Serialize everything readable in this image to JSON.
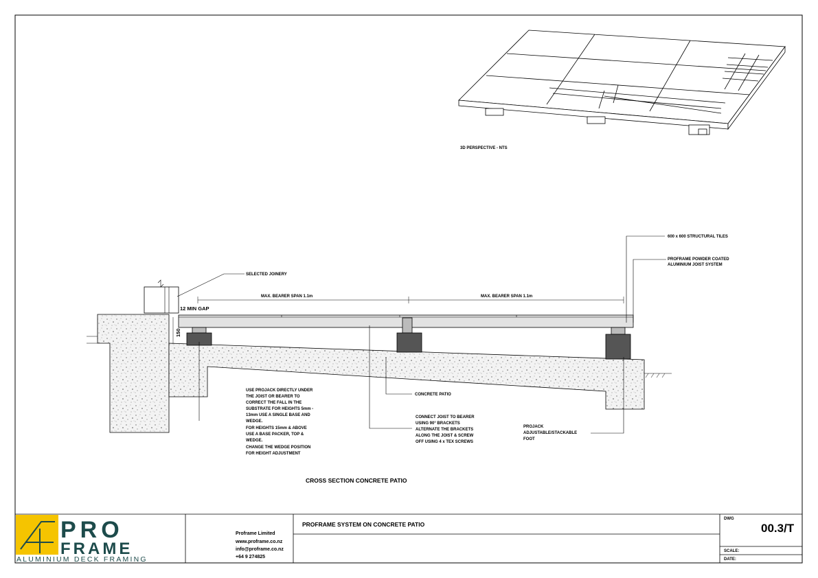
{
  "perspective": {
    "caption": "3D PERSPECTIVE - NTS"
  },
  "section": {
    "caption": "CROSS SECTION CONCRETE PATIO",
    "labels": {
      "selected_joinery": "SELECTED JOINERY",
      "tiles": "600 x 600 STRUCTURAL TILES",
      "joist_system": [
        "PROFRAME POWDER COATED",
        "ALUMINIUM  JOIST SYSTEM"
      ],
      "concrete_patio": "CONCRETE PATIO",
      "projack_note": [
        "USE PROJACK DIRECTLY UNDER",
        "THE JOIST OR BEARER TO",
        "CORRECT THE FALL IN THE",
        "SUBSTRATE FOR HEIGHTS 5mm -",
        "13mm USE A SINGLE BASE AND",
        "WEDGE.",
        "FOR HEIGHTS 15mm & ABOVE",
        "USE A BASE PACKER, TOP &",
        "WEDGE.",
        "CHANGE THE WEDGE POSITION",
        "FOR HEIGHT ADJUSTMENT"
      ],
      "connect_note": [
        "CONNECT JOIST TO BEARER",
        "USING 90° BRACKETS",
        "ALTERNATE THE BRACKETS",
        "ALONG THE JOIST & SCREW",
        "OFF USING 4 x TEX SCREWS"
      ],
      "projack_foot": [
        "PROJACK",
        "ADJUSTABLE/STACKABLE",
        "FOOT"
      ]
    },
    "dimensions": {
      "span_1": "MAX. BEARER SPAN 1.1m",
      "span_2": "MAX. BEARER SPAN 1.1m",
      "gap": "12 MIN GAP",
      "height": "150"
    }
  },
  "title_block": {
    "logo_word_1": "PRO",
    "logo_word_2": "FRAME",
    "logo_tagline": "ALUMINIUM DECK FRAMING",
    "company": "Proframe Limited",
    "website": "www.proframe.co.nz",
    "email": "info@proframe.co.nz",
    "phone": "+64 9 274825",
    "drawing_title": "PROFRAME SYSTEM ON CONCRETE PATIO",
    "dwg_label": "DWG",
    "dwg_number": "00.3/T",
    "scale_label": "SCALE:",
    "date_label": "DATE:",
    "colors": {
      "logo_yellow": "#f5c400",
      "logo_dark": "#1d4b4b"
    }
  }
}
